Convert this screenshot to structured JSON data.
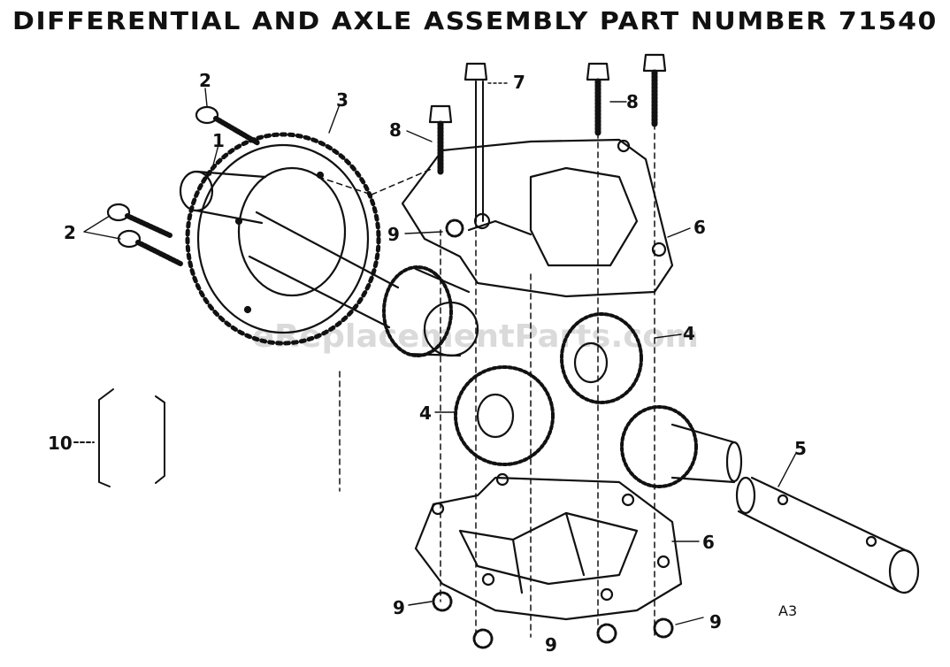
{
  "title": "DIFFERENTIAL AND AXLE ASSEMBLY PART NUMBER 71540",
  "watermark": "eReplacementParts.com",
  "figure_code": "A3",
  "callouts": {
    "c1": "1",
    "c2a": "2",
    "c2b": "2",
    "c3": "3",
    "c4a": "4",
    "c4b": "4",
    "c5": "5",
    "c6a": "6",
    "c6b": "6",
    "c7": "7",
    "c8a": "8",
    "c8b": "8",
    "c9a": "9",
    "c9b": "9",
    "c9c": "9",
    "c9d": "9",
    "c10": "10"
  },
  "colors": {
    "ink": "#111111",
    "paper": "#ffffff",
    "watermark": "#bdbdbd"
  }
}
